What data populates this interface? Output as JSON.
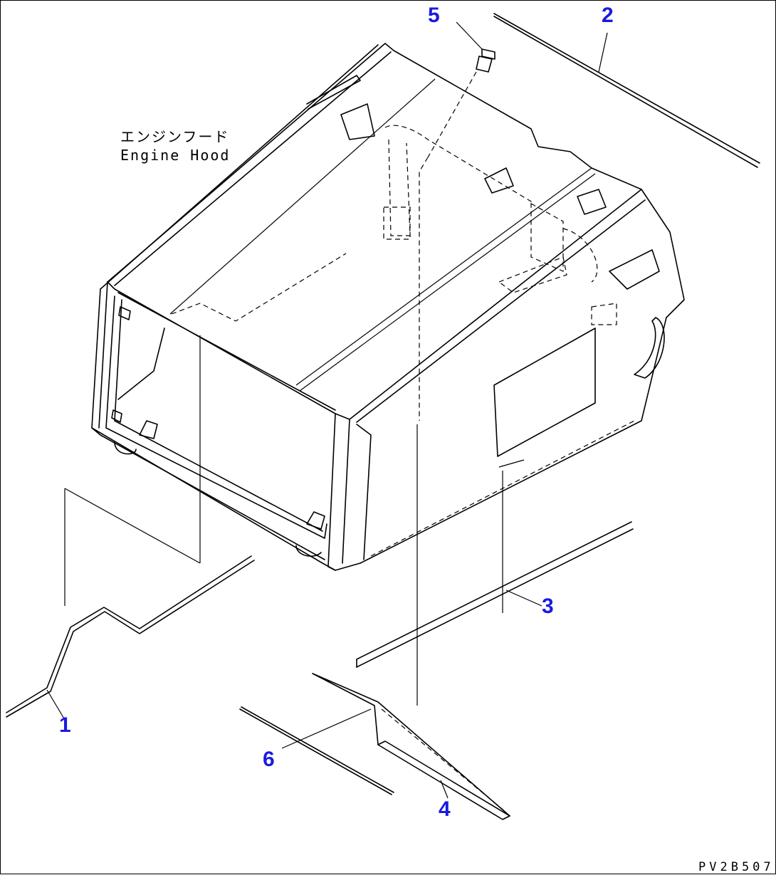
{
  "hood": {
    "label_jp": "エンジンフード",
    "label_en": "Engine Hood"
  },
  "callouts": [
    {
      "id": "1",
      "label": "1"
    },
    {
      "id": "2",
      "label": "2"
    },
    {
      "id": "3",
      "label": "3"
    },
    {
      "id": "4",
      "label": "4"
    },
    {
      "id": "5",
      "label": "5"
    },
    {
      "id": "6",
      "label": "6"
    }
  ],
  "drawing_code": "PV2B507",
  "colors": {
    "callout": "#1a1ae0",
    "line": "#000000"
  }
}
